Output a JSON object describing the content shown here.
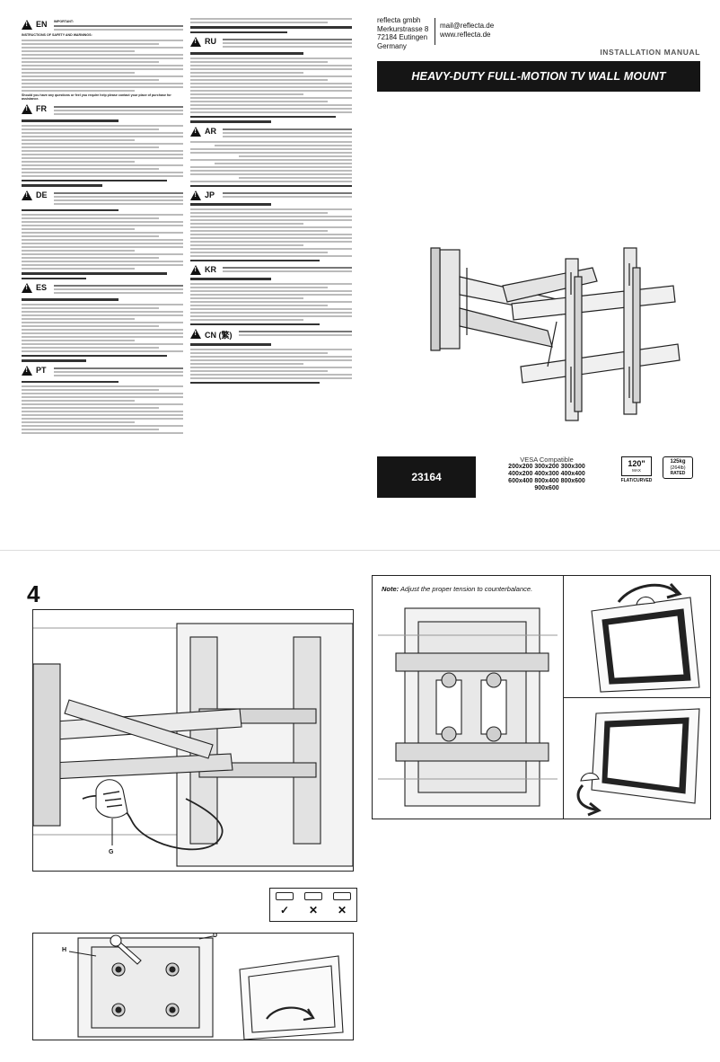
{
  "brand": {
    "company": "reflecta gmbh",
    "street": "Merkurstrasse 8",
    "city": "72184 Eutingen",
    "country": "Germany",
    "email": "mail@reflecta.de",
    "web": "www.reflecta.de"
  },
  "header": {
    "manual_label": "INSTALLATION MANUAL",
    "title": "HEAVY-DUTY FULL-MOTION TV WALL MOUNT"
  },
  "product": {
    "model": "23164",
    "vesa_title": "VESA Compatible",
    "vesa_sizes": [
      "200x200 300x200 300x300",
      "400x200 400x300 400x400",
      "600x400 800x400 800x600",
      "900x600"
    ],
    "screen_max": "120\"",
    "screen_max_label": "MAX",
    "flat_curved": "FLAT/CURVED",
    "weight": "125kg",
    "weight_lbs": "(264lb)",
    "weight_label": "RATED"
  },
  "languages": {
    "en": "EN",
    "fr": "FR",
    "de": "DE",
    "es": "ES",
    "pt": "PT",
    "ru": "RU",
    "ar": "AR",
    "jp": "JP",
    "kr": "KR",
    "cn": "CN (繁)"
  },
  "en_block": {
    "important": "IMPORTANT:",
    "heading": "INSTRUCTIONS OF SAFETY AND WARNINGS:",
    "closing": "Should you have any questions or feel you require help please contact your place of purchase for assistance."
  },
  "step": {
    "number": "4",
    "label_g": "G",
    "label_d": "D",
    "label_h": "H",
    "ok": "✓",
    "no1": "✕",
    "no2": "✕"
  },
  "note": {
    "prefix": "Note:",
    "text": " Adjust the proper tension to counterbalance."
  }
}
